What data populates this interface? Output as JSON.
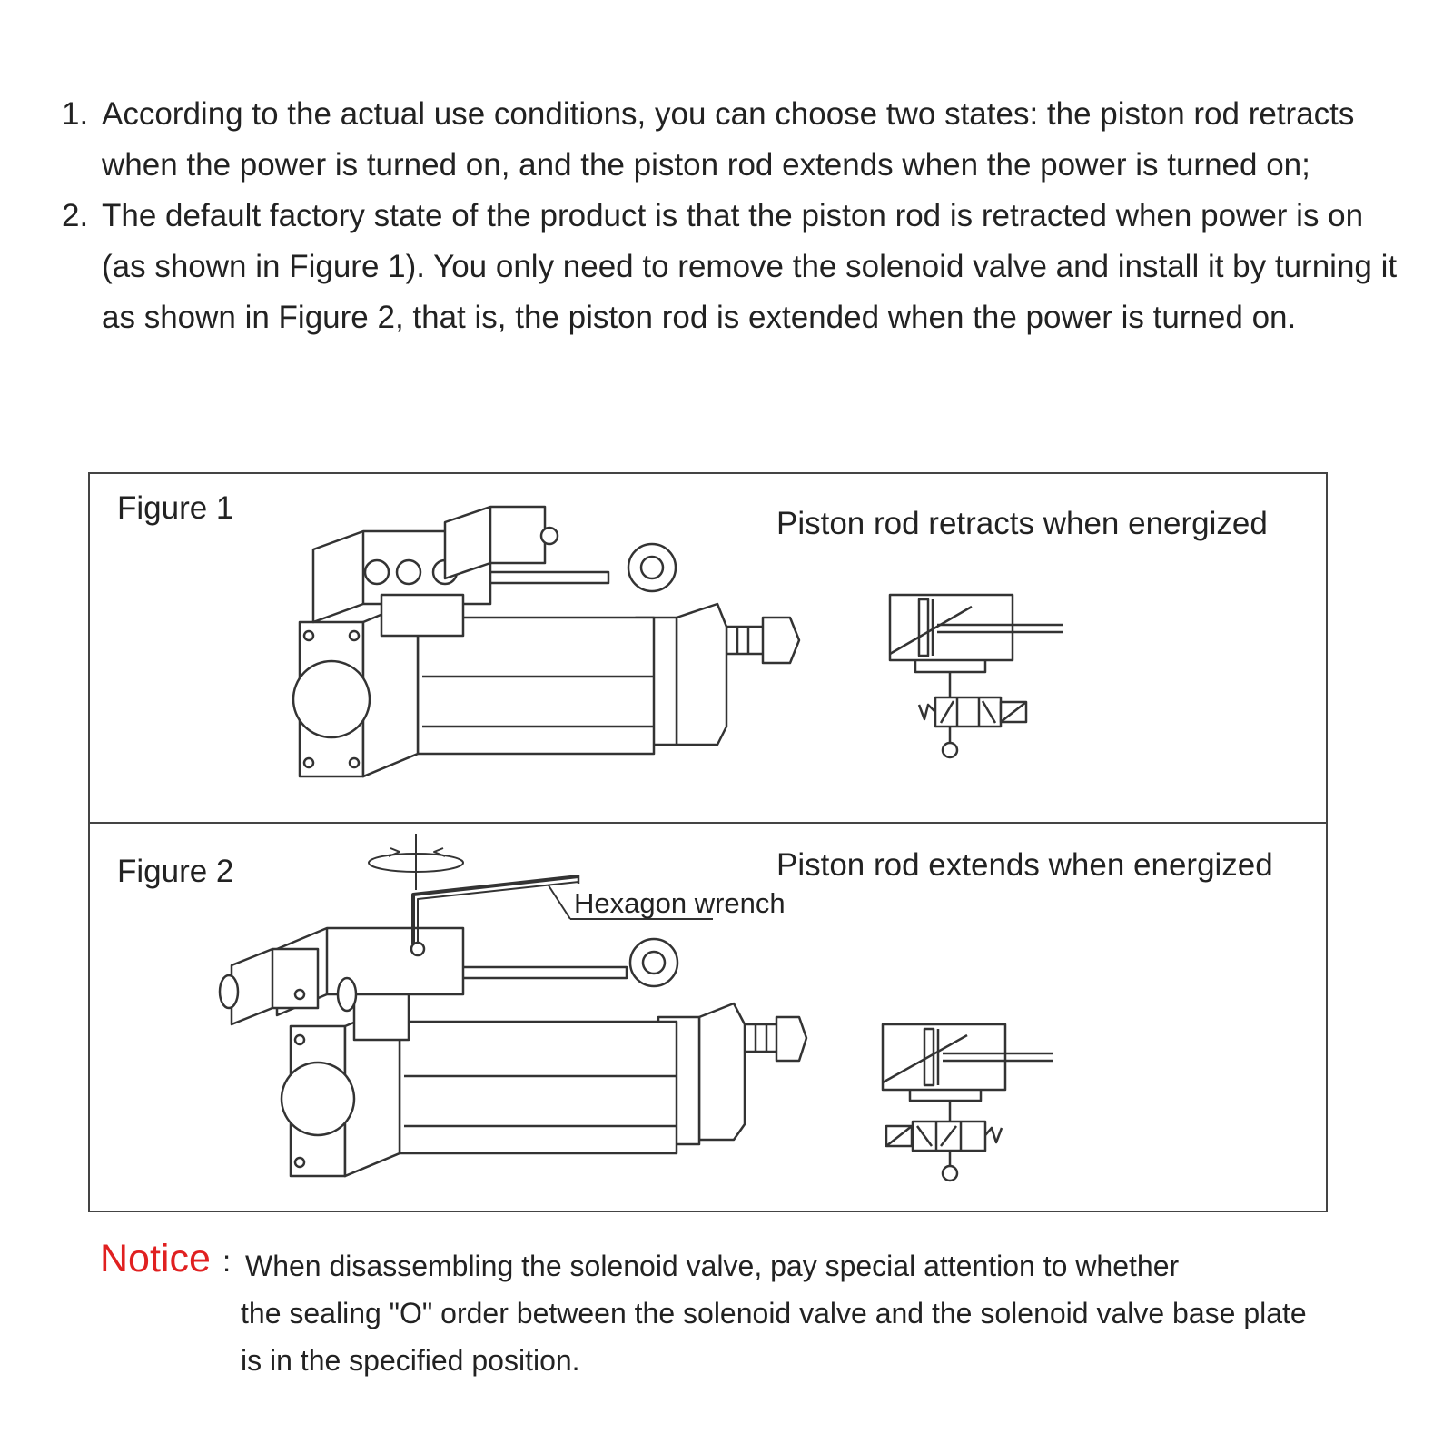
{
  "instructions": [
    {
      "num": "1.",
      "text": "According to the actual use conditions, you can choose two states: the piston rod retracts when the power is turned on, and the piston rod extends when the power is turned on;"
    },
    {
      "num": "2.",
      "text": "The default factory state of the product is that the piston rod is retracted when power is on (as shown in Figure 1). You only need to remove the solenoid valve and install it by turning it as shown in Figure 2, that is, the piston rod is extended when the power is turned on."
    }
  ],
  "figure1": {
    "label": "Figure 1",
    "state": "Piston rod retracts when energized"
  },
  "figure2": {
    "label": "Figure 2",
    "state": "Piston rod extends when energized",
    "tool": "Hexagon wrench"
  },
  "notice": {
    "title": "Notice",
    "colon": ":",
    "lines": [
      "When disassembling the solenoid valve, pay special attention to whether",
      "the sealing \"O\" order between the solenoid valve and the solenoid valve base plate",
      "is in the specified position."
    ]
  },
  "colors": {
    "notice": "#e02020",
    "line": "#333333"
  }
}
